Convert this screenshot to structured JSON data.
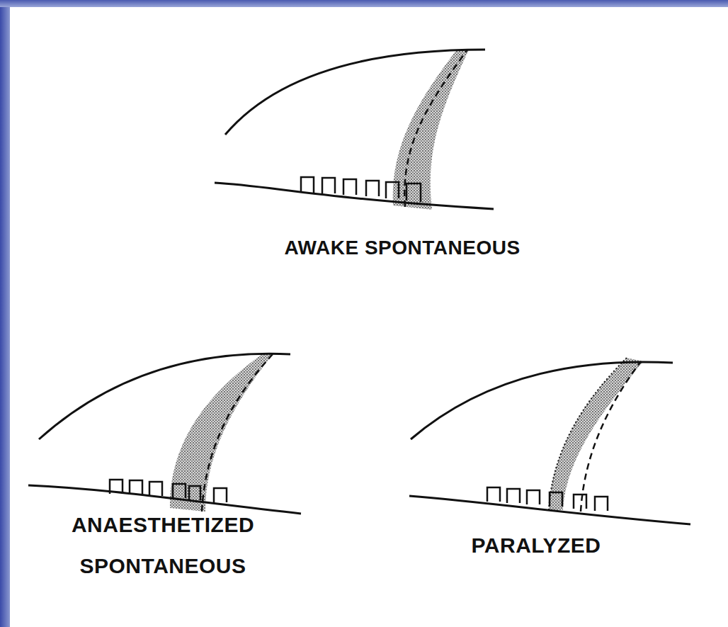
{
  "diagram": {
    "labels": [
      "AWAKE SPONTANEOUS",
      "ANAESTHETIZED SPONTANEOUS",
      "PARALYZED"
    ]
  }
}
